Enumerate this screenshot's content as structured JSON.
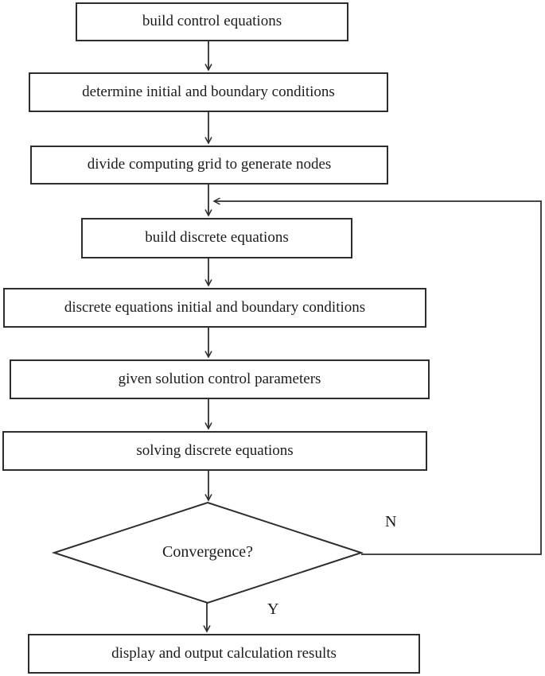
{
  "flowchart": {
    "steps": [
      {
        "label": "build control equations"
      },
      {
        "label": "determine initial and boundary conditions"
      },
      {
        "label": "divide computing grid to generate nodes"
      },
      {
        "label": "build discrete equations"
      },
      {
        "label": "discrete equations initial and boundary conditions"
      },
      {
        "label": "given solution control parameters"
      },
      {
        "label": "solving discrete equations"
      }
    ],
    "decision": {
      "label": "Convergence?",
      "no_label": "N",
      "yes_label": "Y"
    },
    "final_step": {
      "label": "display and output calculation results"
    },
    "colors": {
      "line": "#2d2d2d",
      "text": "#1c1c1c",
      "background": "#ffffff"
    }
  }
}
